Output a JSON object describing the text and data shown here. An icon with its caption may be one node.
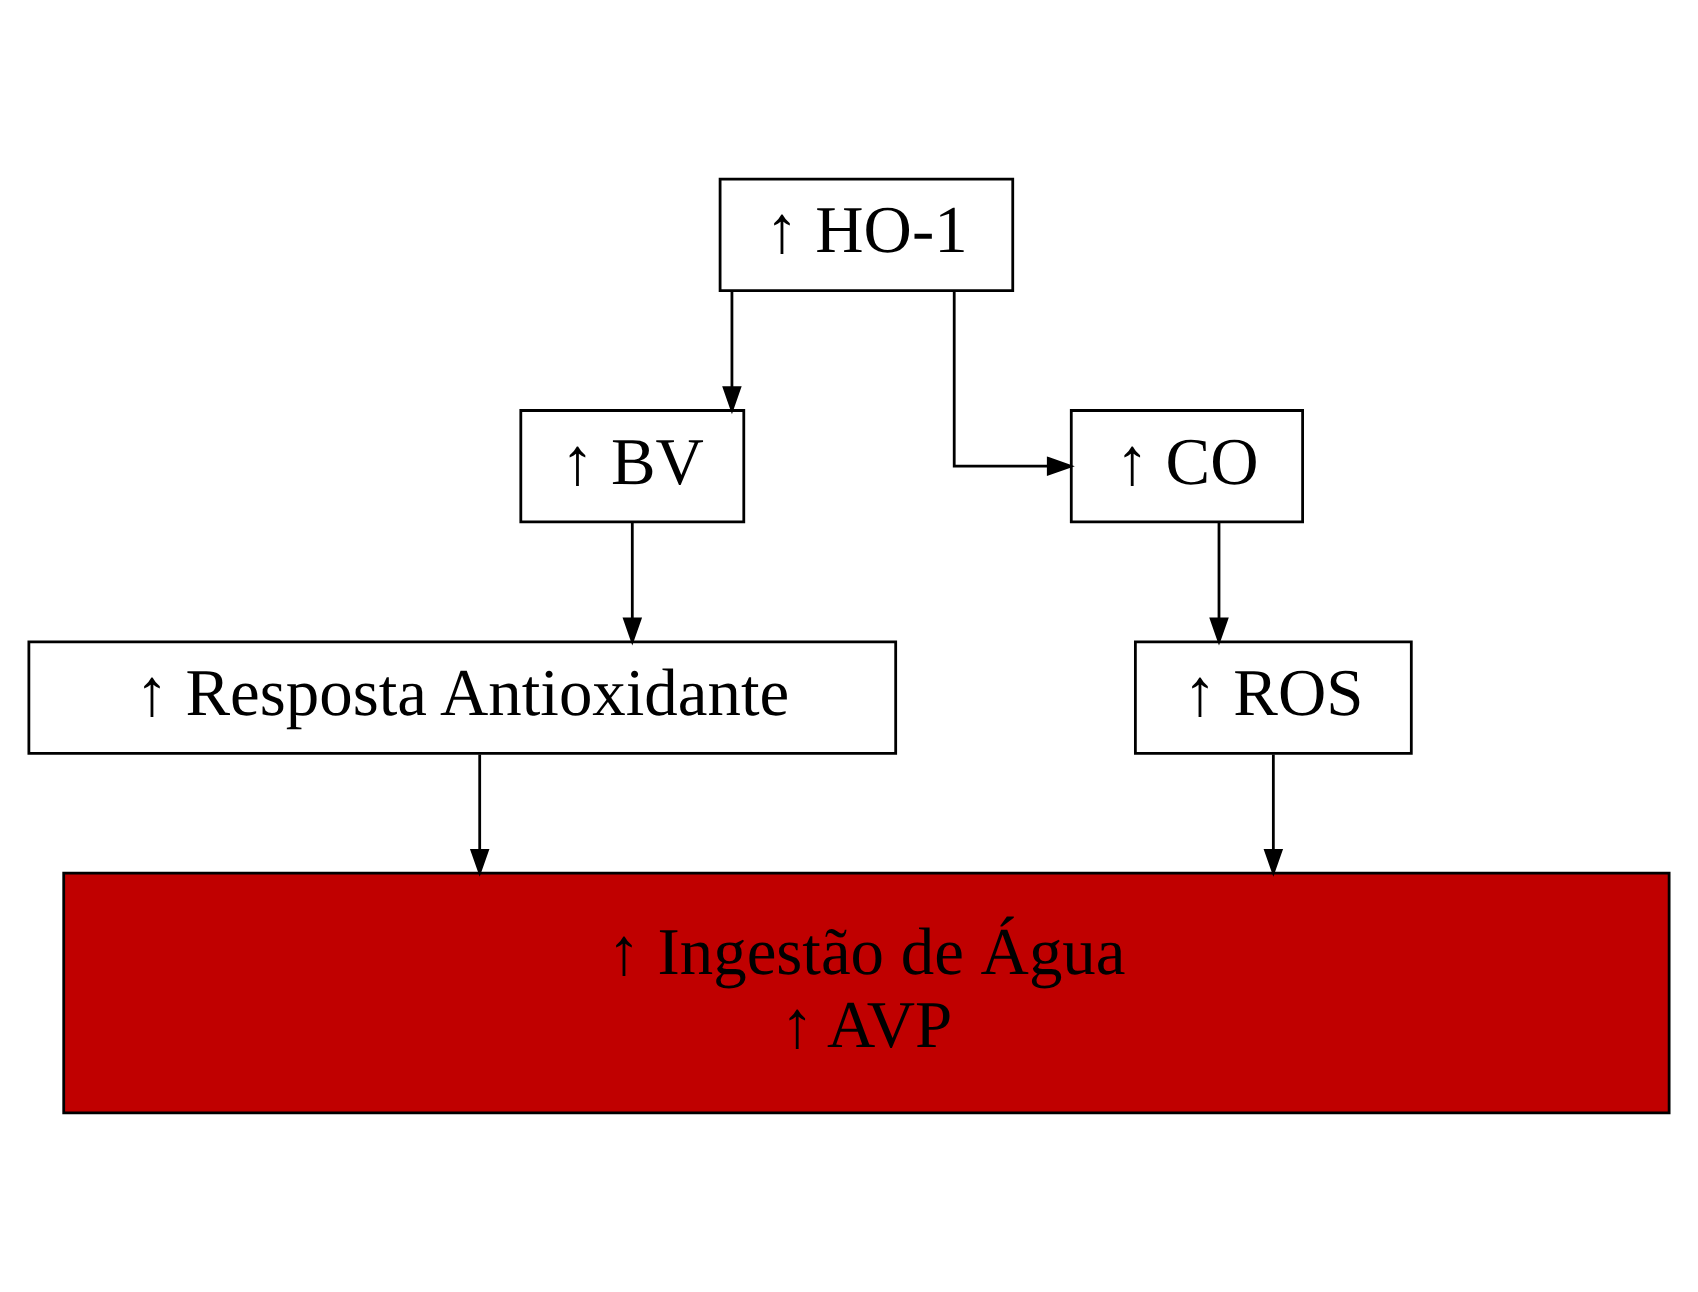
{
  "diagram": {
    "nodes": [
      {
        "text": [
          "↑ HO-1"
        ]
      },
      {
        "text": [
          "↑ BV"
        ]
      },
      {
        "text": [
          "↑ CO"
        ]
      },
      {
        "text": [
          "↑ Resposta Antioxidante"
        ]
      },
      {
        "text": [
          "↑ ROS"
        ]
      },
      {
        "text": [
          "↑ Ingestão de Água",
          "↑ AVP"
        ]
      }
    ],
    "edges": [
      {
        "from": 0,
        "to": 1,
        "arrow": "to"
      },
      {
        "from": 0,
        "to": 2,
        "arrow": "to"
      },
      {
        "from": 1,
        "to": 3,
        "arrow": "to"
      },
      {
        "from": 2,
        "to": 4,
        "arrow": "to"
      },
      {
        "from": 3,
        "to": 5,
        "arrow": "to"
      },
      {
        "from": 4,
        "to": 5,
        "arrow": "to"
      }
    ]
  }
}
